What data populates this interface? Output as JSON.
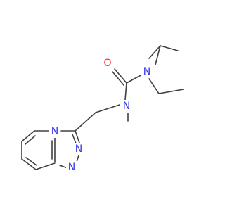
{
  "molecule": {
    "atoms": {
      "oxygen": "O",
      "urea_n_right": "N",
      "urea_n_left": "N",
      "triazole_n_bridge": "N",
      "triazole_n_upper": "N",
      "triazole_n_lower": "N"
    },
    "colors": {
      "bond": "#404040",
      "nitrogen": "#3333ee",
      "oxygen": "#ee1c1c",
      "background": "#ffffff"
    }
  }
}
